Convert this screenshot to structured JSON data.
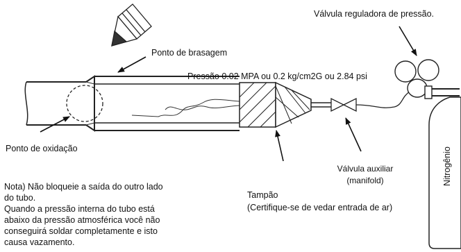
{
  "labels": {
    "valvula_reguladora": "Válvula reguladora de pressão.",
    "ponto_brasagem": "Ponto de brasagem",
    "pressao": "Pressão 0.02 MPA ou 0.2 kg/cm2G ou 2.84 psi",
    "ponto_oxidacao": "Ponto de oxidação",
    "valvula_auxiliar": "Válvula auxiliar",
    "manifold": "(manifold)",
    "tampao": "Tampão",
    "certifique": "(Certifique-se de vedar entrada de ar)",
    "nitrogenio": "Nitrogênio"
  },
  "note": {
    "lines": [
      "Nota) Não bloqueie a saída do outro lado",
      "do tubo.",
      "Quando a pressão interna do tubo está",
      "abaixo da pressão atmosférica você não",
      "conseguirá soldar completamente e isto",
      "causa vazamento."
    ]
  }
}
